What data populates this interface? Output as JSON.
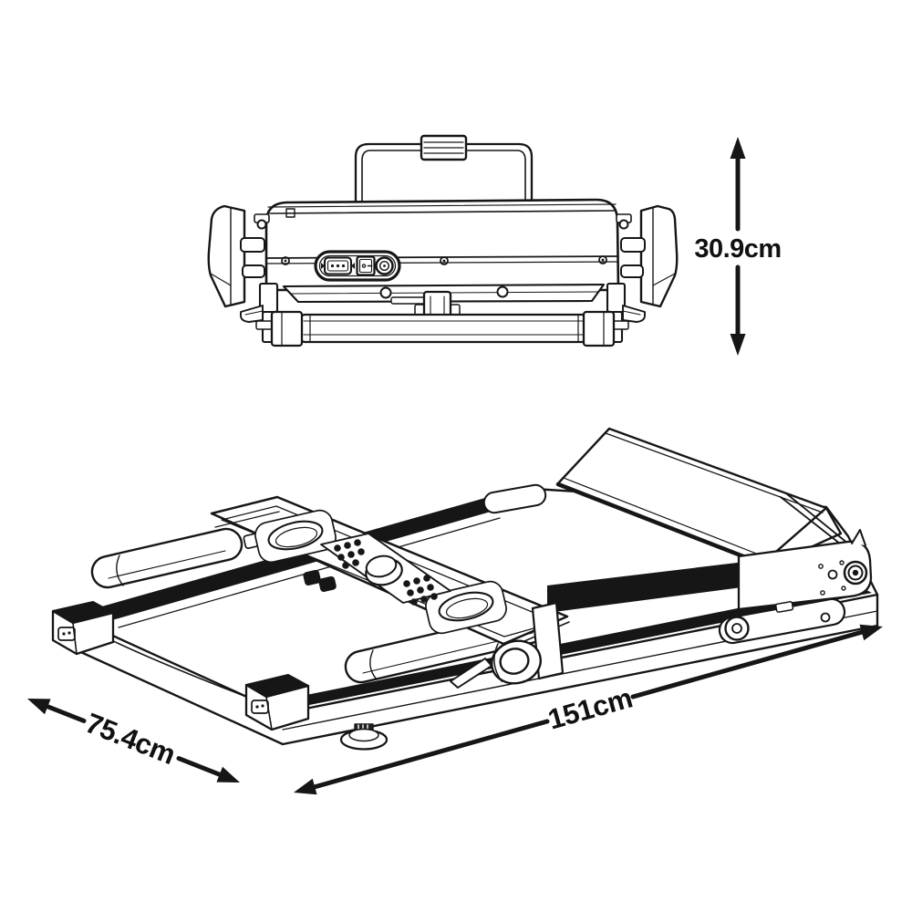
{
  "diagram": {
    "background_color": "#ffffff",
    "line_color": "#161616",
    "views": [
      {
        "id": "front-view",
        "depicts": "folded-treadmill-front-elevation"
      },
      {
        "id": "isometric-view",
        "depicts": "folded-treadmill-isometric-view"
      }
    ],
    "dimensions": {
      "height": {
        "value": "30.9cm"
      },
      "length": {
        "value": "151cm"
      },
      "width": {
        "value": "75.4cm"
      }
    }
  }
}
